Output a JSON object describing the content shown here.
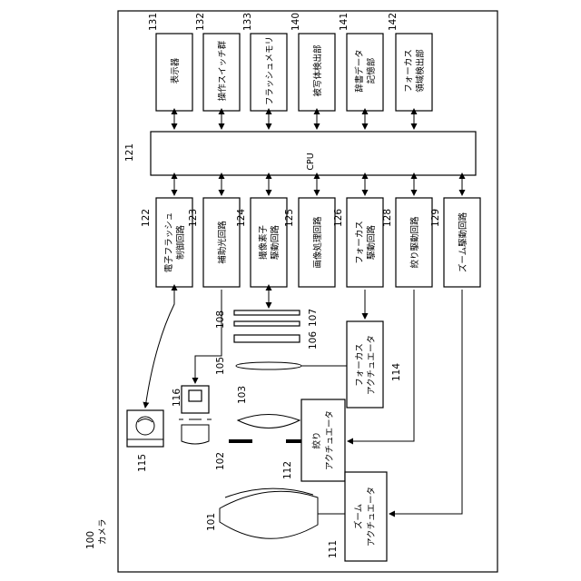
{
  "figure": {
    "camera": {
      "ref": "100",
      "label": "カメラ"
    },
    "cpu": {
      "ref": "121",
      "label": "CPU"
    },
    "top_blocks": [
      {
        "ref": "131",
        "label": "表示器"
      },
      {
        "ref": "132",
        "label": "操作スイッチ群"
      },
      {
        "ref": "133",
        "label": "フラッシュメモリ"
      },
      {
        "ref": "140",
        "label": "被写体検出部"
      },
      {
        "ref": "141",
        "label_l1": "辞書データ",
        "label_l2": "記憶部"
      },
      {
        "ref": "142",
        "label_l1": "フォーカス",
        "label_l2": "領域検出部"
      }
    ],
    "bottom_blocks": [
      {
        "ref": "122",
        "label_l1": "電子フラッシュ",
        "label_l2": "制御回路"
      },
      {
        "ref": "123",
        "label": "補助光回路"
      },
      {
        "ref": "124",
        "label_l1": "撮像素子",
        "label_l2": "駆動回路"
      },
      {
        "ref": "125",
        "label": "画像処理回路"
      },
      {
        "ref": "126",
        "label_l1": "フォーカス",
        "label_l2": "駆動回路"
      },
      {
        "ref": "128",
        "label": "絞り駆動回路"
      },
      {
        "ref": "129",
        "label": "ズーム駆動回路"
      }
    ],
    "actuators": {
      "focus": {
        "ref": "114",
        "label_l1": "フォーカス",
        "label_l2": "アクチュエータ"
      },
      "aperture": {
        "ref": "112",
        "label_l1": "絞り",
        "label_l2": "アクチュエータ"
      },
      "zoom": {
        "ref": "111",
        "label_l1": "ズーム",
        "label_l2": "アクチュエータ"
      }
    },
    "optics": {
      "lens_101": "101",
      "aperture_102": "102",
      "lens_103": "103",
      "lens_105": "105",
      "sensor_106": "106",
      "sensor_107": "107",
      "sensor_108": "108",
      "aux_light_116": "116",
      "flash_115": "115"
    }
  }
}
